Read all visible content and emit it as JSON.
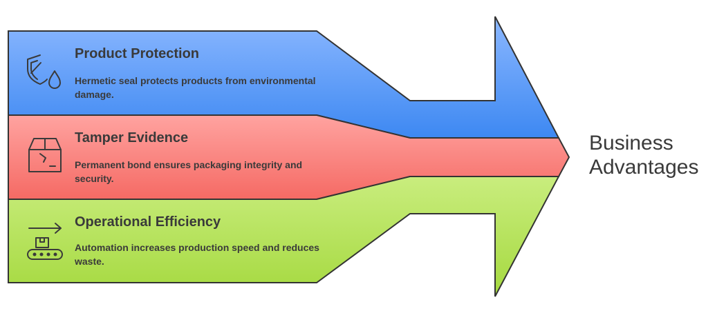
{
  "bands": [
    {
      "title": "Product Protection",
      "description": "Hermetic seal protects products from environmental damage.",
      "icon": "shield-droplet-icon",
      "colors": [
        "#8cb8ff",
        "#3d88f2"
      ]
    },
    {
      "title": "Tamper Evidence",
      "description": "Permanent bond ensures packaging integrity and security.",
      "icon": "open-box-icon",
      "colors": [
        "#ffa3a0",
        "#f56a64"
      ]
    },
    {
      "title": "Operational Efficiency",
      "description": "Automation increases production speed and reduces waste.",
      "icon": "conveyor-belt-icon",
      "colors": [
        "#c9ed7e",
        "#a5d93f"
      ]
    }
  ],
  "target": {
    "line1": "Business",
    "line2": "Advantages"
  }
}
